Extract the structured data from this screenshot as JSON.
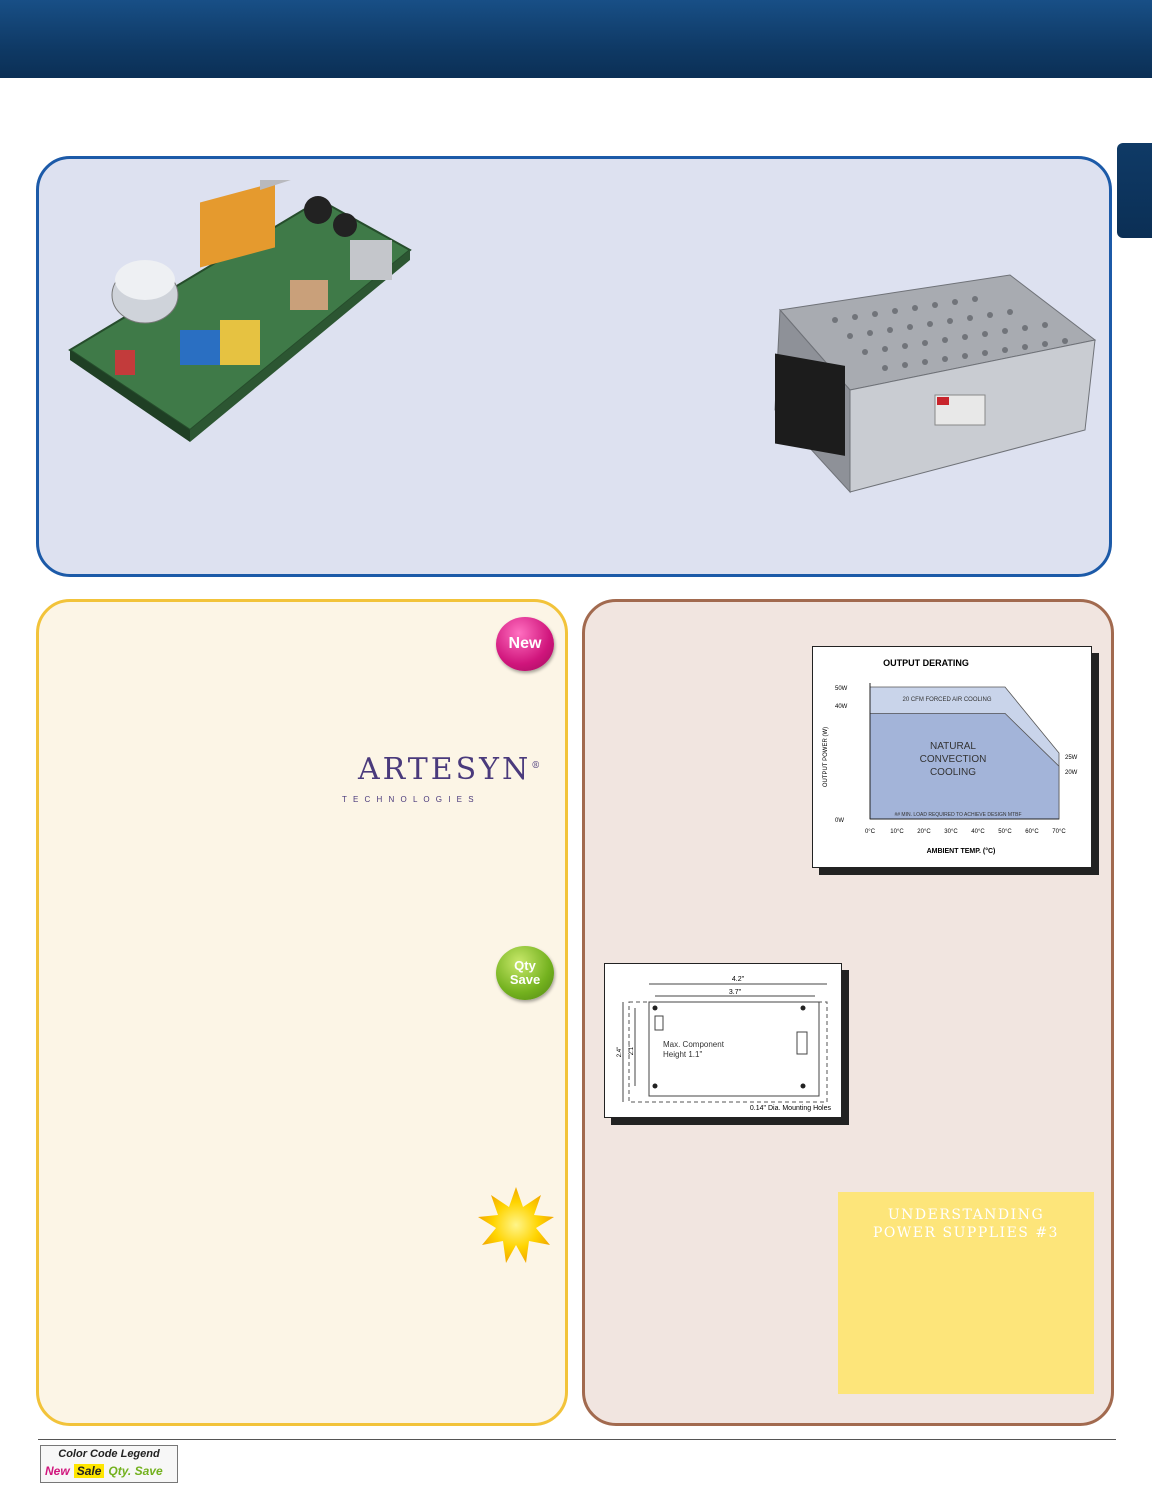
{
  "badges": {
    "new_label": "New",
    "qty_line1": "Qty",
    "qty_line2": "Save"
  },
  "artesyn": {
    "name": "ARTESYN",
    "registered": "®",
    "tagline": "T E C H N O L O G I E S",
    "brand_color": "#4a3a7c"
  },
  "derating_chart": {
    "title": "OUTPUT DERATING",
    "ylabel": "OUTPUT POWER (W)",
    "xlabel": "AMBIENT TEMP. (°C)",
    "y_ticks": [
      "50W",
      "40W",
      "0W"
    ],
    "x_ticks": [
      "0°C",
      "10°C",
      "20°C",
      "30°C",
      "40°C",
      "50°C",
      "60°C",
      "70°C"
    ],
    "forced_label": "20 CFM FORCED AIR COOLING",
    "natural_label_1": "NATURAL",
    "natural_label_2": "CONVECTION",
    "natural_label_3": "COOLING",
    "end_label_forced": "25W",
    "end_label_natural": "20W",
    "min_load_note": "## MIN. LOAD REQUIRED TO ACHIEVE DESIGN MTBF"
  },
  "chart_data": {
    "type": "area",
    "title": "OUTPUT DERATING",
    "xlabel": "AMBIENT TEMP. (°C)",
    "ylabel": "OUTPUT POWER (W)",
    "xlim": [
      0,
      70
    ],
    "ylim": [
      0,
      50
    ],
    "series": [
      {
        "x": [
          0,
          50,
          70
        ],
        "y": [
          50,
          50,
          25
        ]
      },
      {
        "x": [
          0,
          50,
          70
        ],
        "y": [
          40,
          40,
          20
        ]
      }
    ],
    "grid": false
  },
  "dimensions": {
    "width_outer": "4.2\"",
    "width_inner": "3.7\"",
    "height_outer": "2.4\"",
    "height_inner": "2.1\"",
    "component_line1": "Max. Component",
    "component_line2": "Height 1.1\"",
    "holes_note": "0.14\" Dia. Mounting Holes"
  },
  "info_box": {
    "title_line1": "UNDERSTANDING",
    "title_line2": "POWER SUPPLIES #3"
  },
  "legend": {
    "title": "Color Code Legend",
    "new": "New",
    "sale": "Sale",
    "qty": "Qty. Save"
  }
}
